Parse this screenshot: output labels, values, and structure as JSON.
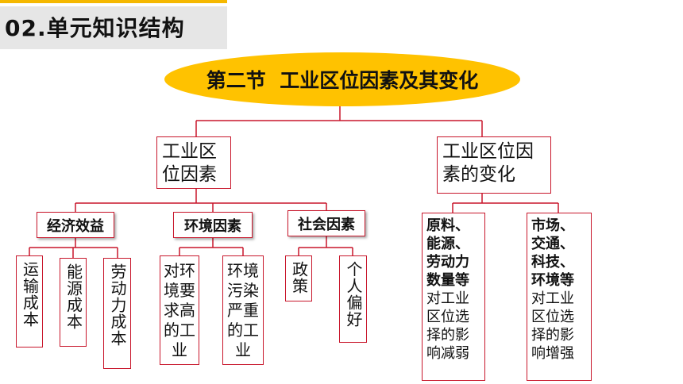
{
  "header": {
    "title": "02.单元知识结构"
  },
  "root": {
    "label": "第二节  工业区位因素及其变化"
  },
  "left_branch": {
    "label": "工业区\n位因素",
    "categories": [
      {
        "label": "经济效益",
        "items": [
          "运输成本",
          "能源成本",
          "劳动力成本"
        ]
      },
      {
        "label": "环境因素",
        "items": [
          "对环境要求高的工业",
          "环境污染严重的工业"
        ]
      },
      {
        "label": "社会因素",
        "items": [
          "政策",
          "个人偏好"
        ]
      }
    ]
  },
  "right_branch": {
    "label": "工业区位因\n素的变化",
    "items": [
      {
        "bold_lines": [
          "原料、",
          "能源、",
          "劳动力",
          "数量等"
        ],
        "normal_lines": [
          "对工业",
          "区位选",
          "择的影",
          "响减弱"
        ]
      },
      {
        "bold_lines": [
          "市场、",
          "交通、",
          "科技、",
          "环境等"
        ],
        "normal_lines": [
          "对工业",
          "区位选",
          "择的影",
          "响增强"
        ]
      }
    ]
  },
  "colors": {
    "accent": "#ffc200",
    "line": "#c8162b",
    "header_bg": "#e6e6e6"
  }
}
